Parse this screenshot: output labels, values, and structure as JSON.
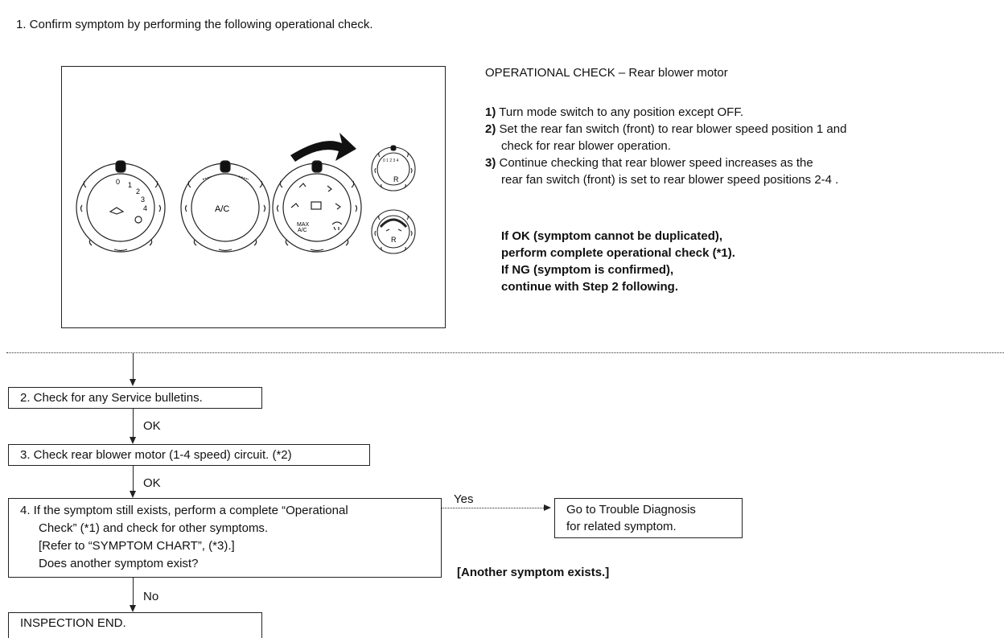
{
  "step1": {
    "title": "1.  Confirm symptom by performing the following operational check.",
    "check_title": "OPERATIONAL CHECK – Rear blower motor",
    "instr1_num": "1)",
    "instr1": " Turn mode switch to any position except OFF.",
    "instr2_num": "2)",
    "instr2a": " Set the rear fan switch (front) to rear blower speed position 1 and",
    "instr2b": "check for rear blower operation.",
    "instr3_num": "3)",
    "instr3a": " Continue checking that rear blower speed increases as the",
    "instr3b": "rear fan switch (front) is set to rear blower speed positions 2-4 .",
    "result1": "If OK (symptom cannot be duplicated),",
    "result2": "perform complete operational check (*1).",
    "result3": "If NG (symptom is confirmed),",
    "result4": "continue with Step 2 following.",
    "figure": {
      "fan_ticks": [
        "0",
        "1",
        "2",
        "3",
        "4"
      ],
      "ac_label": "A/C",
      "max_label": "MAX",
      "max_label2": "A/C",
      "rear_r_label": "R",
      "rear_r_label2": "R"
    }
  },
  "step2": {
    "text": "2.  Check for any Service bulletins."
  },
  "ok1": "OK",
  "step3": {
    "text": "3.  Check rear blower motor (1-4 speed) circuit. (*2)"
  },
  "ok2": "OK",
  "step4": {
    "line1": "4.  If the symptom still exists, perform a complete “Operational",
    "line2": "Check” (*1) and check for other symptoms.",
    "line3": "[Refer to “SYMPTOM CHART”, (*3).]",
    "line4": "Does another symptom exist?"
  },
  "yes_label": "Yes",
  "goto": {
    "line1": "Go to Trouble Diagnosis",
    "line2": "for related symptom."
  },
  "another": "[Another symptom exists.]",
  "no_label": "No",
  "end": {
    "text": "INSPECTION END."
  }
}
